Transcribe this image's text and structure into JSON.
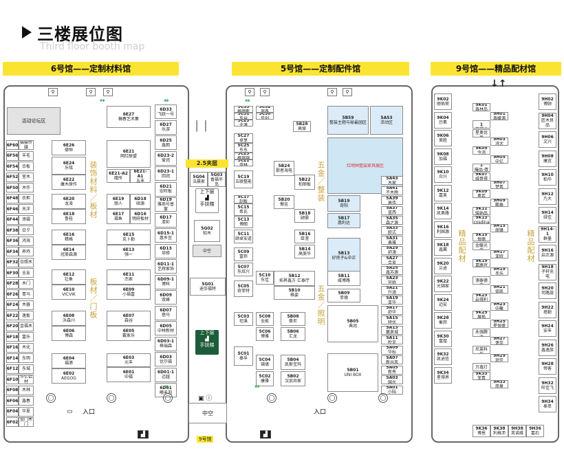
{
  "title": "三楼展位图",
  "subtitle": "Third floor booth map",
  "halls": {
    "h6": "6号馆——定制材料馆",
    "h5": "5号馆——定制配件馆",
    "h9": "9号馆——精品配材馆"
  },
  "labels": {
    "mezzanine": "2.5夹层",
    "entry": "入口",
    "zhongkong": "中空",
    "hall9": "9号馆",
    "updown": "上下层",
    "escalator": "手扶梯",
    "down_arrow": "↓",
    "up_arrow": "↑"
  },
  "zones6": {
    "z1": "装饰材料／板材",
    "z2": "板材／门板"
  },
  "zones5": {
    "z1": "五金／整装",
    "z2": "五金／照明"
  },
  "zones9": {
    "z1": "精品配材",
    "z2": "精品配材"
  },
  "h6_left": [
    [
      "6F60",
      "猫猫传媒"
    ],
    [
      "6F56",
      "羊毛"
    ],
    [
      "6F54",
      "合板"
    ],
    [
      "6F52",
      "室木"
    ],
    [
      "6F50",
      "木作"
    ],
    [
      "6F48",
      "衣柜"
    ],
    [
      "6F46",
      "天洋"
    ],
    [
      "6F44",
      "添福"
    ],
    [
      "6F38",
      "日夕"
    ],
    [
      "6F36",
      "鸿海"
    ],
    [
      "6F34",
      "养鸡"
    ],
    [
      "6F32",
      "日照木"
    ],
    [
      "6F30",
      "全友"
    ],
    [
      "6F28",
      "木门"
    ],
    [
      "6F26",
      "青马"
    ],
    [
      "6F24",
      "木器"
    ],
    [
      "6F22",
      "逸板"
    ],
    [
      "6F20",
      "金福木"
    ],
    [
      "6F18",
      "富乐"
    ],
    [
      "6F16",
      "木化"
    ],
    [
      "6F14",
      "东明"
    ],
    [
      "6F12",
      "东城"
    ],
    [
      "6F10",
      "华亿铝材"
    ],
    [
      "6F08",
      "木林"
    ],
    [
      "6F06",
      "鑫春"
    ],
    [
      "6F04",
      "华夏"
    ],
    [
      "6F02",
      "金门木门"
    ]
  ],
  "h6_booths": [
    {
      "c": "6E27",
      "n": "稿春艺术集"
    },
    {
      "c": "6E26",
      "n": "德恒"
    },
    {
      "c": "6E24",
      "n": "乐铭"
    },
    {
      "c": "6E22",
      "n": "康木原作"
    },
    {
      "c": "6E21",
      "n": "网红联盟"
    },
    {
      "c": "6E21-A2",
      "n": "隆所"
    },
    {
      "c": "6E21-A1",
      "n": "五丰"
    },
    {
      "c": "6E20",
      "n": "龙凌"
    },
    {
      "c": "6E19",
      "n": "丽人"
    },
    {
      "c": "6E18",
      "n": "鲁桂"
    },
    {
      "c": "6D18",
      "n": "硕源"
    },
    {
      "c": "6E17",
      "n": "福鱼"
    },
    {
      "c": "6D16",
      "n": "明府板材"
    },
    {
      "c": "6E16",
      "n": "精格"
    },
    {
      "c": "6E15",
      "n": "克卜勒"
    },
    {
      "c": "6E14",
      "n": "冠美森源"
    },
    {
      "c": "6E13",
      "n": "强一"
    },
    {
      "c": "6E12",
      "n": "壮象"
    },
    {
      "c": "6E11",
      "n": "杰家"
    },
    {
      "c": "6E10",
      "n": "VICVIK"
    },
    {
      "c": "6E09",
      "n": "小福富"
    },
    {
      "c": "6E08",
      "n": "沃森川"
    },
    {
      "c": "6E07",
      "n": "森谷"
    },
    {
      "c": "6E06",
      "n": "博森"
    },
    {
      "c": "6E05",
      "n": "戴家乐"
    },
    {
      "c": "6E04",
      "n": "福港"
    },
    {
      "c": "6E03",
      "n": "元丰"
    },
    {
      "c": "6E02",
      "n": "AEGOG"
    },
    {
      "c": "6E01",
      "n": "中福"
    }
  ],
  "h6_d": [
    {
      "c": "6D33",
      "n": "飞跃一号"
    },
    {
      "c": "6D27",
      "n": "乐游"
    },
    {
      "c": "6D25",
      "n": "鑫朗"
    },
    {
      "c": "6D23-2",
      "n": "爱润"
    },
    {
      "c": "6D23-1",
      "n": "回润"
    },
    {
      "c": "6D21",
      "n": "宏旺板"
    },
    {
      "c": "6D19",
      "n": "雅商号普宴"
    },
    {
      "c": "6D17",
      "n": "漆彩"
    },
    {
      "c": "6D15-1",
      "n": "惠乡宜"
    },
    {
      "c": "6D13",
      "n": "培修"
    },
    {
      "c": "6D11-1",
      "n": "艺辉家饰"
    },
    {
      "c": "6D09-1",
      "n": "博科"
    },
    {
      "c": "6D09",
      "n": "双峰"
    },
    {
      "c": "6D07",
      "n": "蓓马"
    },
    {
      "c": "6D05",
      "n": "中林新材"
    },
    {
      "c": "6D03-1",
      "n": "格瑞森"
    },
    {
      "c": "6D03",
      "n": "优尔福"
    },
    {
      "c": "6D01-1",
      "n": "迈越"
    },
    {
      "c": "6D01",
      "n": "曦禾羽"
    }
  ],
  "activity6": "活动论坛区",
  "mez": [
    {
      "c": "5G04",
      "n": "法晨家"
    },
    {
      "c": "5G03",
      "n": "香福半岛"
    },
    {
      "c": "5G02",
      "n": "知木"
    },
    {
      "c": "5G01",
      "n": "迪莎福特"
    }
  ],
  "h5_c": [
    [
      "5C33",
      "格顺斯"
    ],
    [
      "5C31",
      "东益"
    ],
    [
      "5C29",
      "北港"
    ],
    [
      "5C27",
      "卓享"
    ],
    [
      "5C25",
      "东东"
    ],
    [
      "5C23",
      "格锦锦"
    ],
    [
      "5C21",
      "奇林"
    ],
    [
      "5C19",
      "五联整能"
    ],
    [
      "5C17",
      "刮板"
    ],
    [
      "5C15",
      "希氏"
    ],
    [
      "5C13",
      "博朗"
    ],
    [
      "5C11",
      "顾卓安道"
    ],
    [
      "5C09",
      "富邦"
    ],
    [
      "5C07",
      "东炫兴"
    ],
    [
      "5C05",
      "奇菲特"
    ],
    [
      "5C03",
      "坦溪"
    ],
    [
      "5C01",
      "泰孚"
    ]
  ],
  "h5_mid": [
    {
      "c": "5C32",
      "n": "周鑫"
    },
    {
      "c": "5C30",
      "n": "佳创"
    },
    {
      "c": "5B28",
      "n": "高倬"
    },
    {
      "c": "5B24",
      "n": "歌者海电"
    },
    {
      "c": "5B22",
      "n": "柏丽板"
    },
    {
      "c": "5B20",
      "n": "傲吉"
    },
    {
      "c": "5B18",
      "n": "顾霏"
    },
    {
      "c": "5B16",
      "n": "臣澄"
    },
    {
      "c": "5B14",
      "n": "高美华"
    },
    {
      "c": "5B12",
      "n": "拓界鑫方·汇泰厅"
    },
    {
      "c": "5B10",
      "n": "格姿"
    },
    {
      "c": "5C08",
      "n": "全能"
    },
    {
      "c": "5B08",
      "n": "豪尼"
    },
    {
      "c": "5C06",
      "n": "博雅"
    },
    {
      "c": "5B06",
      "n": "汇龙"
    },
    {
      "c": "5C04",
      "n": "锦储"
    },
    {
      "c": "5B04",
      "n": "凯斯宝玛"
    },
    {
      "c": "5C02",
      "n": "康雅"
    },
    {
      "c": "5B02",
      "n": "汉武尚家"
    },
    {
      "c": "5C10",
      "n": "东佳"
    }
  ],
  "h5_right": [
    {
      "c": "5B59",
      "n": "整装主题与秘最园区"
    },
    {
      "c": "5A53",
      "n": "活动区"
    },
    {
      "c": "5B19",
      "n": "奇阳"
    },
    {
      "c": "5B17",
      "n": "惠利达"
    },
    {
      "c": "5B13",
      "n": "好房子&中正"
    },
    {
      "c": "5B11",
      "n": "威博路"
    },
    {
      "c": "5B09",
      "n": "菲德"
    },
    {
      "c": "5B05",
      "n": "典润"
    },
    {
      "c": "5B01",
      "n": "UNI BOX"
    }
  ],
  "red_note": "红明林整装家具展区",
  "h5_sa": [
    [
      "5A43",
      "木家"
    ],
    [
      "5A41",
      "不木雨"
    ],
    [
      "5A39",
      "高伟"
    ],
    [
      "5A37",
      "蓝西"
    ],
    [
      "5A35",
      "森之源"
    ],
    [
      "5A33",
      "欧式"
    ],
    [
      "5A31",
      "典雅"
    ],
    [
      "5A29",
      "舒澳"
    ],
    [
      "5A27",
      "合肯"
    ],
    [
      "5A25",
      "鑫苏源"
    ],
    [
      "5A23",
      "宜庭"
    ],
    [
      "5A21",
      "升涵"
    ],
    [
      "5A19",
      "亚华"
    ],
    [
      "5A17",
      "舒华"
    ],
    [
      "5A15",
      "特优"
    ],
    [
      "5A13",
      "赢泉城"
    ],
    [
      "5A11",
      "秒克"
    ],
    [
      "5A09",
      "华标"
    ],
    [
      "5A07",
      "新谷风"
    ],
    [
      "5A05",
      "新秀"
    ],
    [
      "5A03",
      "国光"
    ],
    [
      "5A01",
      "小陆"
    ]
  ],
  "h9_left": [
    [
      "9K02",
      "丽佑荣"
    ],
    [
      "9K04",
      "历素"
    ],
    [
      "9K06",
      "美胜"
    ],
    [
      "9K08",
      "加福"
    ],
    [
      "9K10",
      "众兴"
    ],
    [
      "9K12",
      "嘉美"
    ],
    [
      "9K14",
      "凯奥路"
    ],
    [
      "9K16",
      "利国源"
    ],
    [
      "9K18",
      "鑫翼"
    ],
    [
      "9K20",
      "兰途"
    ],
    [
      "9K22",
      "光锦家"
    ],
    [
      "9K24",
      "迈安"
    ],
    [
      "9K28",
      "衡邦"
    ],
    [
      "9K30",
      "富煌"
    ],
    [
      "9K32",
      "凯迪信"
    ],
    [
      "9K34",
      "星得界"
    ]
  ],
  "h9_mid": [
    [
      "9K01",
      "鑫林岛"
    ],
    [
      "9H01",
      "鑫媛源"
    ],
    [
      "9K01-1",
      "艾得龙"
    ],
    [
      "9K03",
      "星奥优品"
    ],
    [
      "9H03",
      "鸿大"
    ],
    [
      "9K05",
      "今鸿"
    ],
    [
      "9H05",
      "中亿"
    ],
    [
      "9K05-1",
      "曝品·倩舞"
    ],
    [
      "9K07",
      "威哥得"
    ],
    [
      "9H07",
      "梦希"
    ],
    [
      "9K09",
      "奥若"
    ],
    [
      "9H09",
      "鹏泰"
    ],
    [
      "9K11",
      "骏纳品"
    ],
    [
      "9K13",
      "cosdina"
    ],
    [
      "9H15",
      "阁锋"
    ],
    [
      "9K15",
      "恒德"
    ],
    [
      "9K17",
      "金暖光电"
    ],
    [
      "9H17",
      "亚欧"
    ],
    [
      "9K19",
      "嘉路宫"
    ],
    [
      "9H19",
      "手乐"
    ],
    [
      "9K21",
      "澳泰德鑫"
    ],
    [
      "9H21",
      "钜凯"
    ],
    [
      "9K23",
      "启得利"
    ],
    [
      "9H23",
      "中聚"
    ],
    [
      "9K25",
      "展拓"
    ],
    [
      "9H25",
      "星恒盛"
    ],
    [
      "9K27",
      "永强腾达"
    ],
    [
      "9H27",
      "蓬蕊"
    ],
    [
      "9K29",
      "尼莱科技"
    ],
    [
      "9H29",
      "琼佳"
    ],
    [
      "9K31",
      "万鑫灯火"
    ],
    [
      "9K33",
      "菲青"
    ],
    [
      "9H33",
      "简量"
    ]
  ],
  "h9_right": [
    [
      "9H02",
      "博顾"
    ],
    [
      "9H04",
      "匠木良品"
    ],
    [
      "9H06",
      "文兴"
    ],
    [
      "9H08",
      "康宜"
    ],
    [
      "9H10",
      "柏华"
    ],
    [
      "9H12",
      "乃大"
    ],
    [
      "9H14",
      "绿佳"
    ],
    [
      "9H14-1",
      "群墨"
    ],
    [
      "9H16",
      "启正源"
    ],
    [
      "9H18",
      "子轩充电"
    ],
    [
      "9H20",
      "司路旋"
    ],
    [
      "9H22",
      "塔勒"
    ],
    [
      "9H24",
      "安丰"
    ],
    [
      "9H26",
      "鑫逸族"
    ],
    [
      "9H28",
      "帝客"
    ],
    [
      "9H32",
      "旺佳飞"
    ],
    [
      "9H34",
      "奉萃"
    ]
  ],
  "h9_bottom": [
    [
      "9K36",
      "博恩"
    ],
    [
      "9K38",
      "利格沛"
    ],
    [
      "9H38",
      "英诺维"
    ],
    [
      "9H36",
      "嘉石"
    ]
  ]
}
